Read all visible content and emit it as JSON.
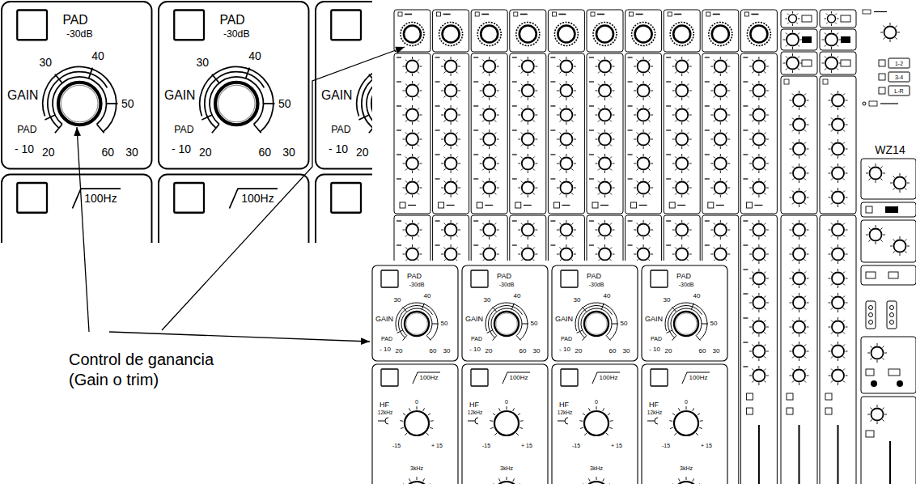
{
  "diagram": {
    "labels": [
      "PAD",
      "-30dB",
      "GAIN",
      "30",
      "40",
      "50",
      "PAD",
      "- 10",
      "20",
      "60",
      "30",
      "100Hz",
      "PAD",
      "-30dB",
      "GAIN",
      "30",
      "40",
      "50",
      "PAD",
      "- 10",
      "20",
      "60",
      "30",
      "100Hz",
      "GAIN",
      "PAD",
      "- 10",
      "20",
      "Control de ganancia (Gain o trim)",
      "1-2",
      "3-4",
      "L-R",
      "WZ14",
      "PAD",
      "-30dB",
      "GAIN",
      "30",
      "40",
      "50",
      "PAD",
      "- 10",
      "20",
      "60",
      "30",
      "100Hz",
      "HF",
      "12kHz",
      "0",
      "-15",
      "+ 15",
      "3kHz",
      "PAD",
      "-30dB",
      "GAIN",
      "30",
      "40",
      "50",
      "PAD",
      "- 10",
      "20",
      "60",
      "30",
      "100Hz",
      "HF",
      "12kHz",
      "0",
      "-15",
      "+ 15",
      "3kHz",
      "PAD",
      "-30dB",
      "GAIN",
      "30",
      "40",
      "50",
      "PAD",
      "- 10",
      "20",
      "60",
      "30",
      "100Hz",
      "HF",
      "12kHz",
      "0",
      "-15",
      "+ 15",
      "3kHz",
      "PAD",
      "-30dB",
      "GAIN",
      "30",
      "40",
      "50",
      "PAD",
      "- 10",
      "20",
      "60",
      "30",
      "100Hz",
      "HF",
      "12kHz",
      "0",
      "-15",
      "+ 15",
      "3kHz"
    ]
  }
}
